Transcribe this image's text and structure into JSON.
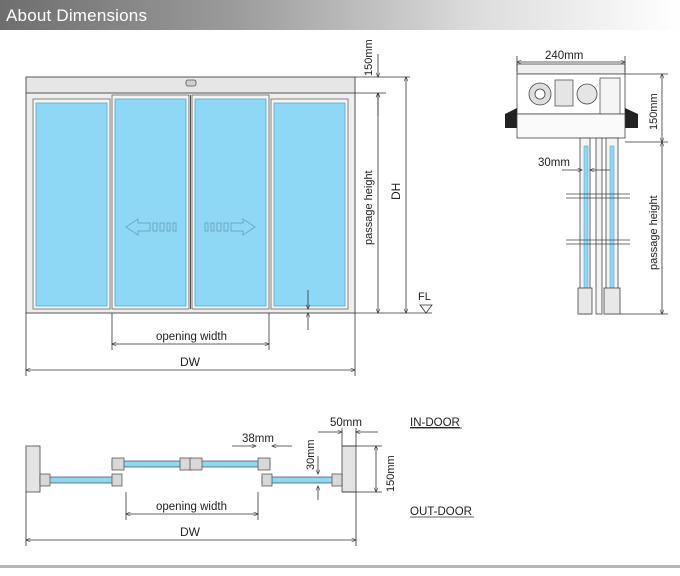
{
  "header": {
    "title": "About Dimensions"
  },
  "front_view": {
    "opening_width": "opening width",
    "dw": "DW",
    "passage_height": "passage height",
    "dh": "DH",
    "fl": "FL",
    "top_150": "150mm"
  },
  "side_view": {
    "width_240": "240mm",
    "height_150": "150mm",
    "leaf_30": "30mm",
    "passage_height": "passage height"
  },
  "plan_view": {
    "in_door": "IN-DOOR",
    "out_door": "OUT-DOOR",
    "dim_50": "50mm",
    "dim_38": "38mm",
    "dim_30": "30mm",
    "dim_150": "150mm",
    "opening_width": "opening width",
    "dw": "DW"
  },
  "colors": {
    "glass": "#8fd8f5",
    "frame": "#e2e2e2",
    "line": "#333333"
  }
}
